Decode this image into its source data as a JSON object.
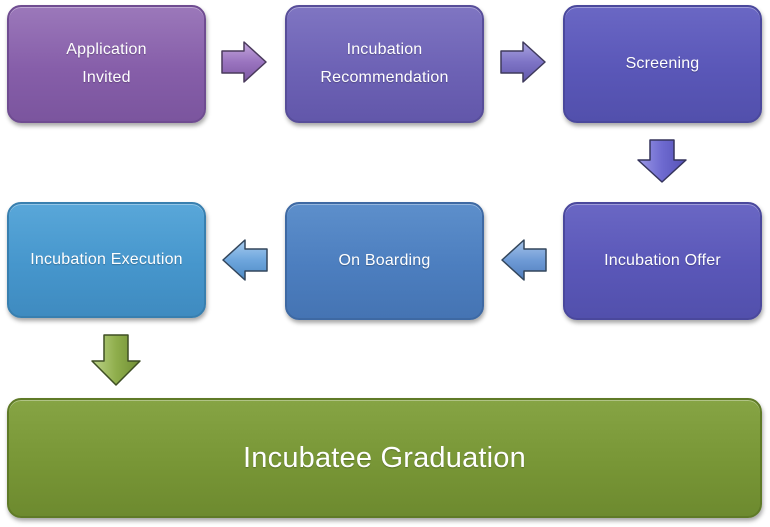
{
  "steps": {
    "application_invited": "Application\nInvited",
    "incubation_recommendation": "Incubation\nRecommendation",
    "screening": "Screening",
    "incubation_offer": "Incubation  Offer",
    "on_boarding": "On Boarding",
    "incubation_execution": "Incubation  Execution",
    "incubatee_graduation": "Incubatee Graduation"
  },
  "colors": {
    "arrow_purple": "#9a74bf",
    "arrow_violet": "#7e74c6",
    "arrow_indigo": "#6e6ad0",
    "arrow_blue": "#6f9bd6",
    "arrow_green": "#8fae4c"
  }
}
